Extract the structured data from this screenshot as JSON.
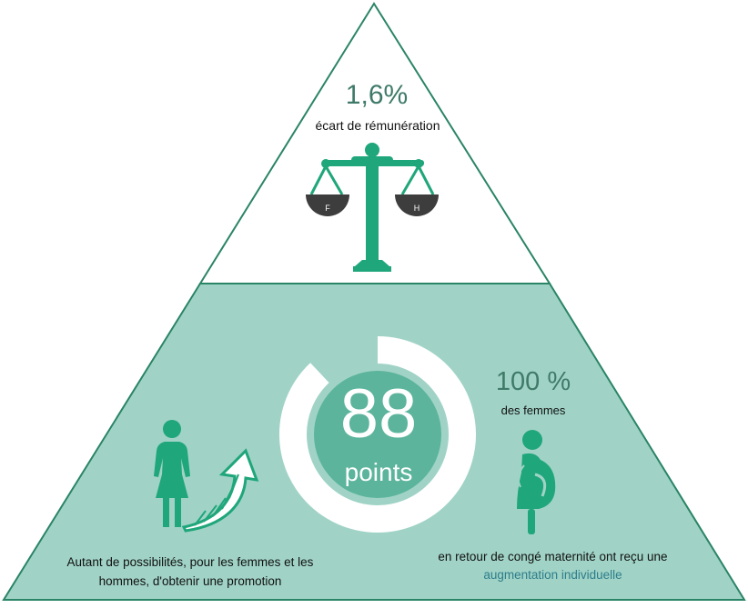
{
  "pay_gap": {
    "value": "1,6%",
    "label": "écart de rémunération",
    "scale_left_pan": "F",
    "scale_right_pan": "H"
  },
  "score": {
    "value": "88",
    "unit": "points",
    "fraction_filled": 0.88
  },
  "promotion": {
    "text": "Autant de possibilités, pour les femmes et les hommes, d'obtenir une promotion"
  },
  "maternity": {
    "value": "100 %",
    "label": "des femmes",
    "text_line1": "en retour de congé maternité ont reçu une",
    "text_line2": "augmentation individuelle"
  },
  "colors": {
    "accent": "#1fa67a",
    "teal_panel": "#a0d3c6",
    "ring_center": "#5bb49b",
    "value_text": "#3f7a69",
    "link_text": "#2e7d8a",
    "pan_dark": "#3d3d3d"
  }
}
